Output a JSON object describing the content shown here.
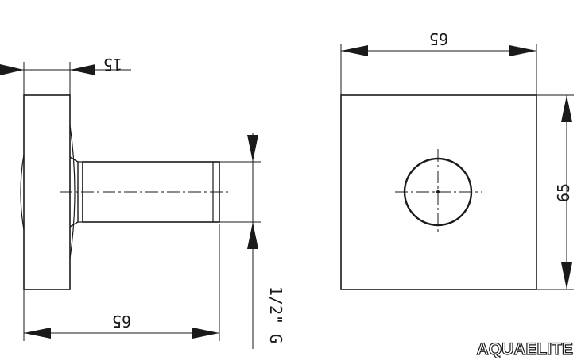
{
  "dimensions": {
    "side_flange_thickness": "15",
    "side_overall_length": "65",
    "thread_size": "1/2\" G",
    "front_width": "65",
    "front_height": "65"
  },
  "brand": {
    "name": "AQUAELITE"
  },
  "colors": {
    "line": "#1a1a1a",
    "background": "#ffffff"
  }
}
